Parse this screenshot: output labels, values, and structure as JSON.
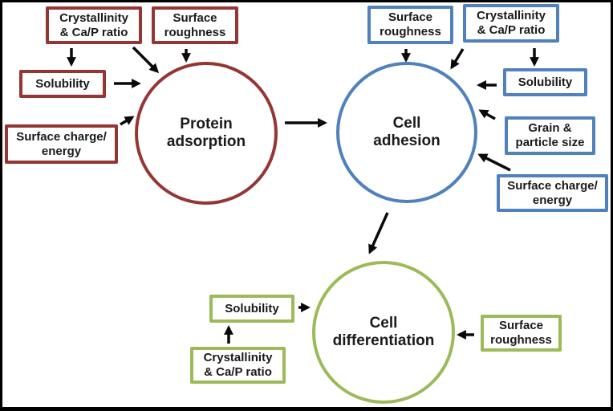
{
  "colors": {
    "red": "#943634",
    "blue": "#4F81BD",
    "green": "#9BBB59",
    "text": "#1a1a1a"
  },
  "groups": {
    "protein_adsorption": {
      "circle": "Protein\nadsorption",
      "factors": {
        "crystallinity": "Crystallinity\n& Ca/P ratio",
        "surface_roughness": "Surface\nroughness",
        "solubility": "Solubility",
        "surface_charge": "Surface charge/\nenergy"
      }
    },
    "cell_adhesion": {
      "circle": "Cell\nadhesion",
      "factors": {
        "surface_roughness": "Surface\nroughness",
        "crystallinity": "Crystallinity\n& Ca/P ratio",
        "solubility": "Solubility",
        "grain_particle_size": "Grain &\nparticle size",
        "surface_charge": "Surface charge/\nenergy"
      }
    },
    "cell_differentiation": {
      "circle": "Cell\ndifferentiation",
      "factors": {
        "solubility": "Solubility",
        "crystallinity": "Crystallinity\n& Ca/P ratio",
        "surface_roughness": "Surface\nroughness"
      }
    }
  },
  "edges": [
    {
      "from": "protein.crystallinity",
      "to": "protein.solubility"
    },
    {
      "from": "protein.crystallinity",
      "to": "protein-adsorption-circle"
    },
    {
      "from": "protein.surface_roughness",
      "to": "protein-adsorption-circle"
    },
    {
      "from": "protein.solubility",
      "to": "protein-adsorption-circle"
    },
    {
      "from": "protein.surface_charge",
      "to": "protein-adsorption-circle"
    },
    {
      "from": "protein-adsorption-circle",
      "to": "cell-adhesion-circle"
    },
    {
      "from": "adhesion.surface_roughness",
      "to": "cell-adhesion-circle"
    },
    {
      "from": "adhesion.crystallinity",
      "to": "cell-adhesion-circle"
    },
    {
      "from": "adhesion.crystallinity",
      "to": "adhesion.solubility"
    },
    {
      "from": "adhesion.solubility",
      "to": "cell-adhesion-circle"
    },
    {
      "from": "adhesion.grain_particle_size",
      "to": "cell-adhesion-circle"
    },
    {
      "from": "adhesion.surface_charge",
      "to": "cell-adhesion-circle"
    },
    {
      "from": "cell-adhesion-circle",
      "to": "cell-differentiation-circle"
    },
    {
      "from": "differentiation.crystallinity",
      "to": "differentiation.solubility"
    },
    {
      "from": "differentiation.solubility",
      "to": "cell-differentiation-circle"
    },
    {
      "from": "differentiation.surface_roughness",
      "to": "cell-differentiation-circle"
    }
  ]
}
